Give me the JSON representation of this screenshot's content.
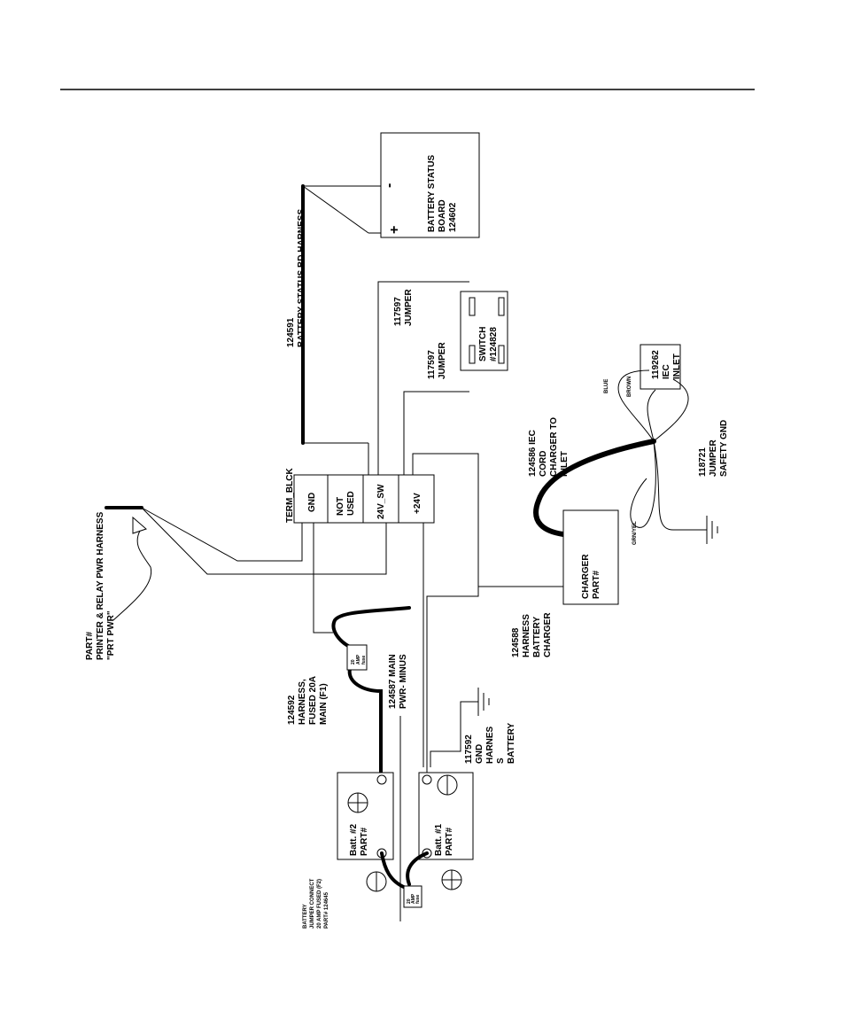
{
  "battery_status_board": {
    "line1": "BATTERY STATUS",
    "line2": "BOARD",
    "line3": "124602",
    "minus": "-",
    "plus": "+"
  },
  "battery_status_harness": {
    "line1": "124591",
    "line2": "BATTERY STATUS BD HARNESS"
  },
  "jumper_upper": {
    "line1": "117597",
    "line2": "JUMPER"
  },
  "jumper_lower": {
    "line1": "117597",
    "line2": "JUMPER"
  },
  "switch": {
    "line1": "SWITCH",
    "line2": "#124828"
  },
  "iec_inlet": {
    "line1": "119262",
    "line2": "IEC",
    "line3": "INLET"
  },
  "wire_colors": {
    "blue": "BLUE",
    "brown": "BROWN",
    "grn_yel": "GRN/YEL"
  },
  "iec_cord": {
    "line1": "124586 IEC",
    "line2": "CORD",
    "line3": "CHARGER TO",
    "line4": "INLET"
  },
  "safety_gnd": {
    "line1": "118721",
    "line2": "JUMPER",
    "line3": "SAFETY GND"
  },
  "term_block": {
    "title": "TERM_BLCK",
    "gnd": "GND",
    "not_used_1": "NOT",
    "not_used_2": "USED",
    "sw": "24V_SW",
    "plus24": "+24V"
  },
  "printer_harness": {
    "line1": "PART#",
    "line2": "PRINTER & RELAY PWR HARNESS",
    "line3": "\"PRT PWR\""
  },
  "charger": {
    "line1": "CHARGER",
    "line2": "PART#"
  },
  "charger_harness": {
    "line1": "124588",
    "line2": "HARNESS",
    "line3": "BATTERY",
    "line4": "CHARGER"
  },
  "fused_harness": {
    "line1": "124592",
    "line2": "HARNESS,",
    "line3": "FUSED 20A",
    "line4": "MAIN (F1)"
  },
  "main_pwr": {
    "line1": "124587 MAIN",
    "line2": "PWR- MINUS"
  },
  "gnd_harness": {
    "line1": "117592",
    "line2": "GND",
    "line3": "HARNES",
    "line4": "S",
    "line5": "BATTERY"
  },
  "batt2": {
    "line1": "Batt. #2",
    "line2": "PART#"
  },
  "batt1": {
    "line1": "Batt. #1",
    "line2": "PART#"
  },
  "jumper_connect": {
    "line1": "BATTERY",
    "line2": "JUMPER CONNECT",
    "line3": "20 AMP FUSED (F2)",
    "line4": "PART# 124645"
  },
  "fuse_f1_text": {
    "line1": "20",
    "line2": "AMP",
    "line3": "fuse"
  },
  "fuse_f2_text": {
    "line1": "20",
    "line2": "AMP",
    "line3": "fuse"
  }
}
